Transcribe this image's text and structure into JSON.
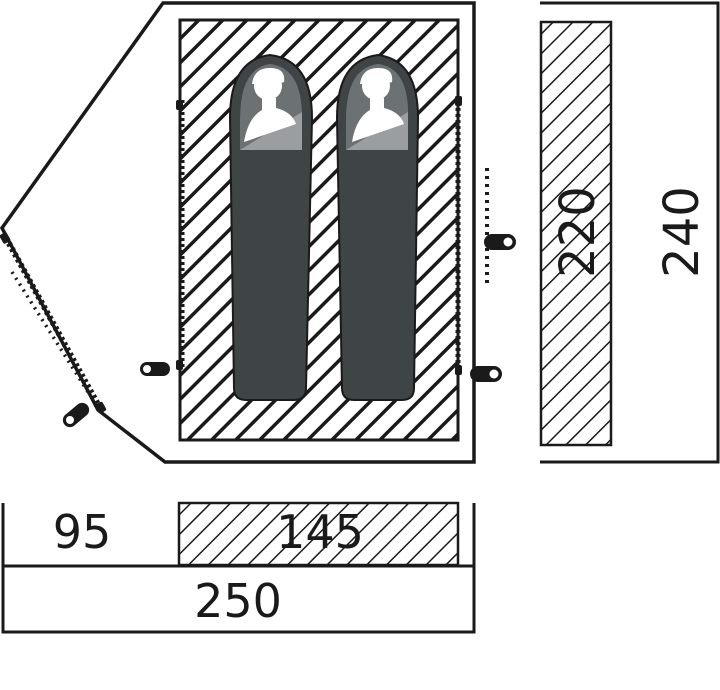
{
  "labels": {
    "inner_length": "220",
    "outer_length": "240",
    "vestibule_depth": "95",
    "inner_width": "145",
    "total_width": "250"
  },
  "colors": {
    "line": "#1a1a1a",
    "sleeping_bag": "#3f4447",
    "bag_hood": "#6c7174",
    "bag_panel": "#9a9ea0",
    "figure": "#ffffff",
    "background": "#ffffff"
  },
  "icons": {
    "peg": "peg-icon",
    "sleeper": "person-icon",
    "zipper": "zipper-icon"
  }
}
